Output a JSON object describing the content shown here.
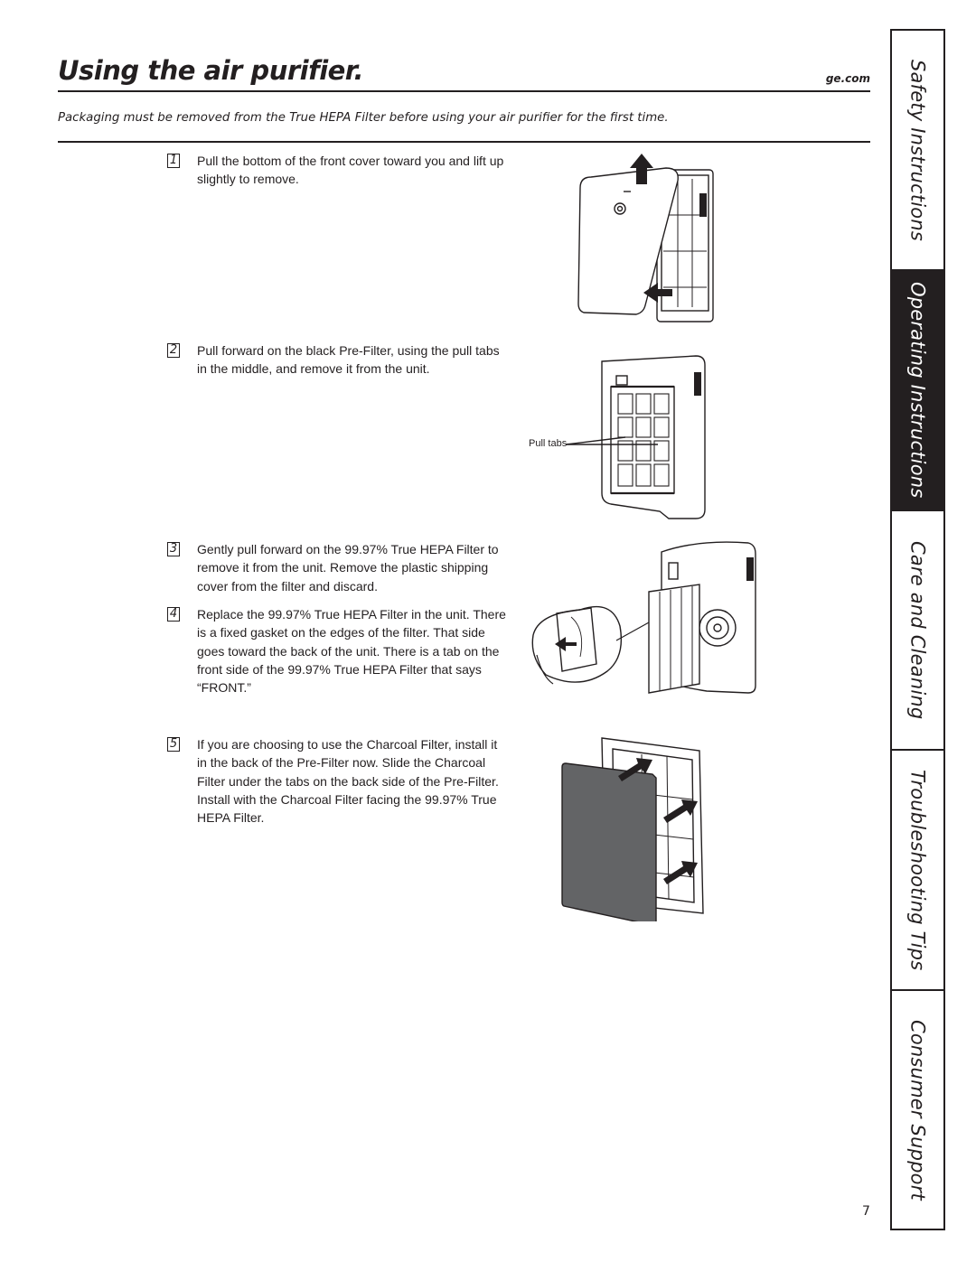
{
  "header": {
    "title": "Using the air purifier.",
    "site": "ge.com"
  },
  "intro": "Packaging must be removed from the True HEPA Filter before using your air purifier for the first time.",
  "steps": [
    {
      "number": "1",
      "text": "Pull the bottom of the front cover toward you and lift up slightly to remove."
    },
    {
      "number": "2",
      "text": "Pull forward on the black Pre-Filter, using the pull tabs in the middle, and remove it from the unit."
    },
    {
      "number": "3",
      "text": "Gently pull forward on the 99.97% True HEPA Filter to remove it from the unit. Remove the plastic shipping cover from the filter and discard."
    },
    {
      "number": "4",
      "text": "Replace the 99.97% True HEPA Filter in the unit. There is a fixed gasket on the edges of the filter. That side goes toward the back of the unit. There is a tab on the front side of the 99.97% True HEPA Filter that says “FRONT.”"
    },
    {
      "number": "5",
      "text": "If you are choosing to use the Charcoal Filter, install it in the back of the Pre-Filter now. Slide the Charcoal Filter under the tabs on the back side of the Pre-Filter. Install with the Charcoal Filter facing the 99.97% True HEPA Filter."
    }
  ],
  "figures": {
    "pull_tabs_label": "Pull tabs"
  },
  "page_number": "7",
  "side_tabs": [
    {
      "label": "Safety Instructions",
      "active": false
    },
    {
      "label": "Operating Instructions",
      "active": true
    },
    {
      "label": "Care and Cleaning",
      "active": false
    },
    {
      "label": "Troubleshooting Tips",
      "active": false
    },
    {
      "label": "Consumer Support",
      "active": false
    }
  ],
  "colors": {
    "ink": "#231f20",
    "active_tab_bg": "#231f20",
    "active_tab_text": "#ffffff",
    "charcoal_filter": "#636466"
  }
}
